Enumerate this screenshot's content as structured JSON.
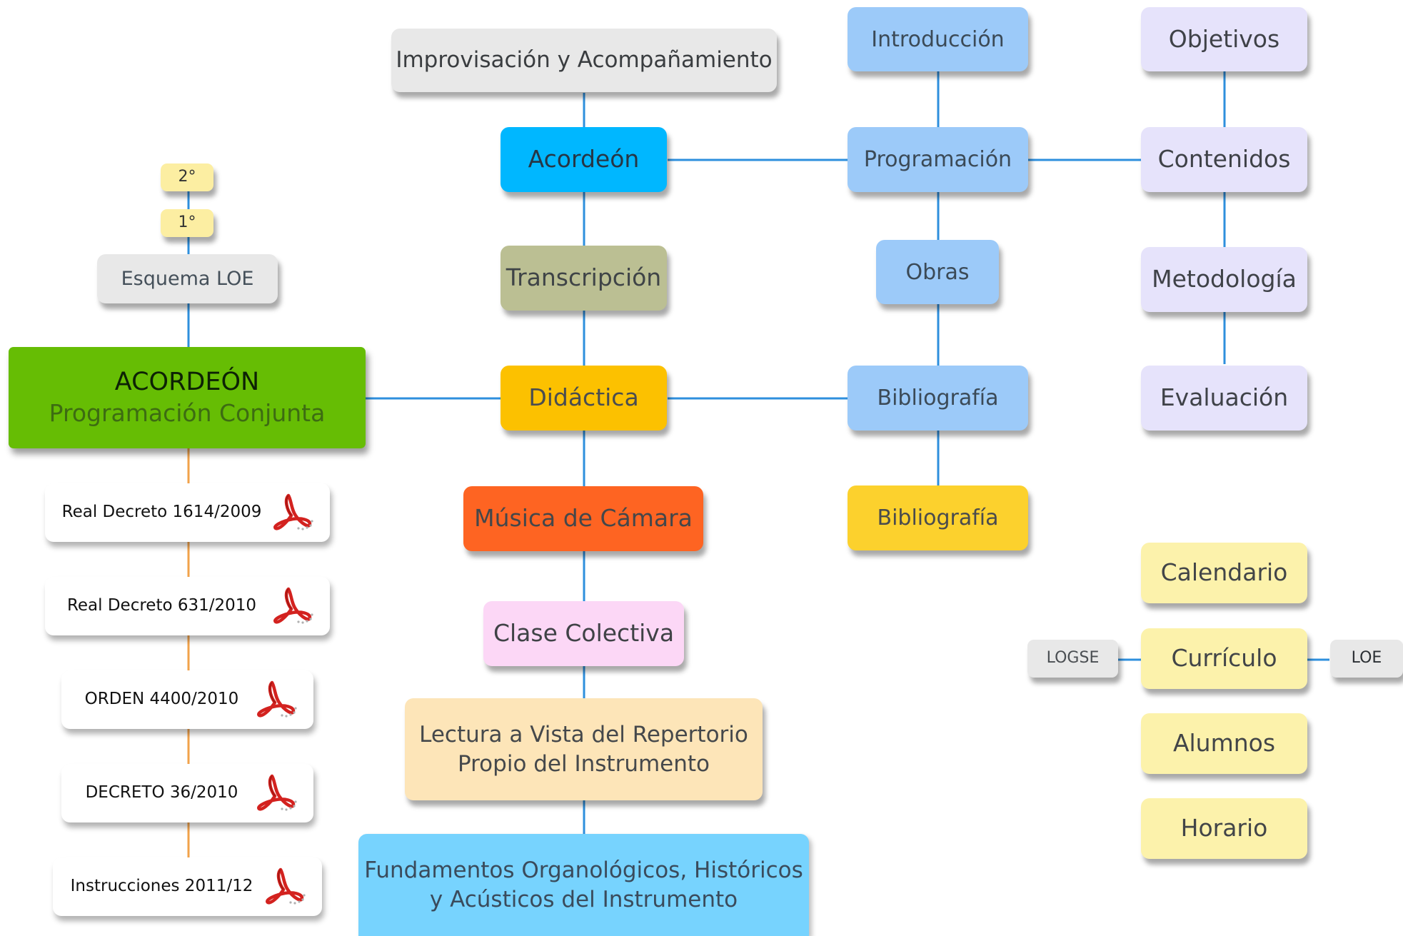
{
  "colors": {
    "line_blue": "#2e8fdd",
    "line_orange": "#f2a24a",
    "main_green": "#66bd04",
    "gray": "#e8e8e8",
    "acordeon_blue": "#00b7ff",
    "olive": "#bbbf93",
    "amber": "#fcc100",
    "orange_red": "#fe6422",
    "pink": "#fcd7f6",
    "peach": "#fde5b8",
    "sky": "#77d3fe",
    "light_blue": "#9ccaf9",
    "yellow": "#fcd12d",
    "lavender": "#e6e3fb",
    "cream": "#fcf2ab",
    "pale_yellow": "#fceea2"
  },
  "main": {
    "title": "ACORDEÓN",
    "subtitle": "Programación Conjunta"
  },
  "loe_tree": {
    "schema": "Esquema LOE",
    "course_1": "1°",
    "course_2": "2°"
  },
  "documents": [
    {
      "label": "Real Decreto 1614/2009",
      "icon": "pdf-icon"
    },
    {
      "label": "Real Decreto 631/2010",
      "icon": "pdf-icon"
    },
    {
      "label": "ORDEN 4400/2010",
      "icon": "pdf-icon"
    },
    {
      "label": "DECRETO 36/2010",
      "icon": "pdf-icon"
    },
    {
      "label": "Instrucciones 2011/12",
      "icon": "pdf-icon"
    }
  ],
  "subjects": {
    "improvisacion": "Improvisación y Acompañamiento",
    "acordeon": "Acordeón",
    "transcripcion": "Transcripción",
    "didactica": "Didáctica",
    "musica_camara": "Música de Cámara",
    "clase_colectiva": "Clase Colectiva",
    "lectura": [
      "Lectura a Vista del Repertorio",
      "Propio del Instrumento"
    ],
    "fundamentos": [
      "Fundamentos Organológicos, Históricos",
      "y Acústicos del Instrumento"
    ]
  },
  "program": {
    "introduccion": "Introducción",
    "programacion": "Programación",
    "obras": "Obras",
    "bibliografia": "Bibliografía",
    "bibliografia_didactica": "Bibliografía"
  },
  "programacion_parts": {
    "objetivos": "Objetivos",
    "contenidos": "Contenidos",
    "metodologia": "Metodología",
    "evaluacion": "Evaluación"
  },
  "general": {
    "calendario": "Calendario",
    "curriculo": "Currículo",
    "logse": "LOGSE",
    "loe": "LOE",
    "alumnos": "Alumnos",
    "horario": "Horario"
  }
}
